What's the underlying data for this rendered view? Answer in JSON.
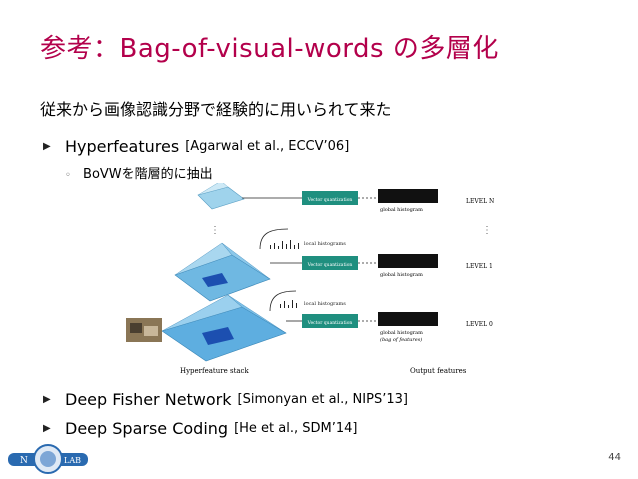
{
  "slide": {
    "title": "参考：Bag-of-visual-words の多層化",
    "subheading": "従来から画像認識分野で経験的に用いられて来た",
    "bullets": [
      {
        "main": "Hyperfeatures",
        "ref": "[Agarwal et al., ECCV’06]"
      },
      {
        "main": "Deep Fisher Network",
        "ref": "[Simonyan et al., NIPS’13]"
      },
      {
        "main": "Deep Sparse Coding",
        "ref": "[He et al., SDM’14]"
      }
    ],
    "sub_bullet": "BoVWを階層的に抽出",
    "page_number": "44",
    "logo_text": {
      "left": "N",
      "right": "LAB"
    },
    "colors": {
      "title": "#b3004b",
      "logo": "#2a6ab0",
      "box": "#1f8f7f"
    }
  },
  "figure": {
    "vector_quantization": "Vector quantization",
    "global_histogram": "global histogram",
    "local_histograms": "local histograms",
    "bag_of_features": "(bag of features)",
    "levels": [
      "LEVEL N",
      "LEVEL 1",
      "LEVEL 0"
    ],
    "hyperfeature_stack": "Hyperfeature stack",
    "output_features": "Output features",
    "ellipsis": "⋮"
  }
}
